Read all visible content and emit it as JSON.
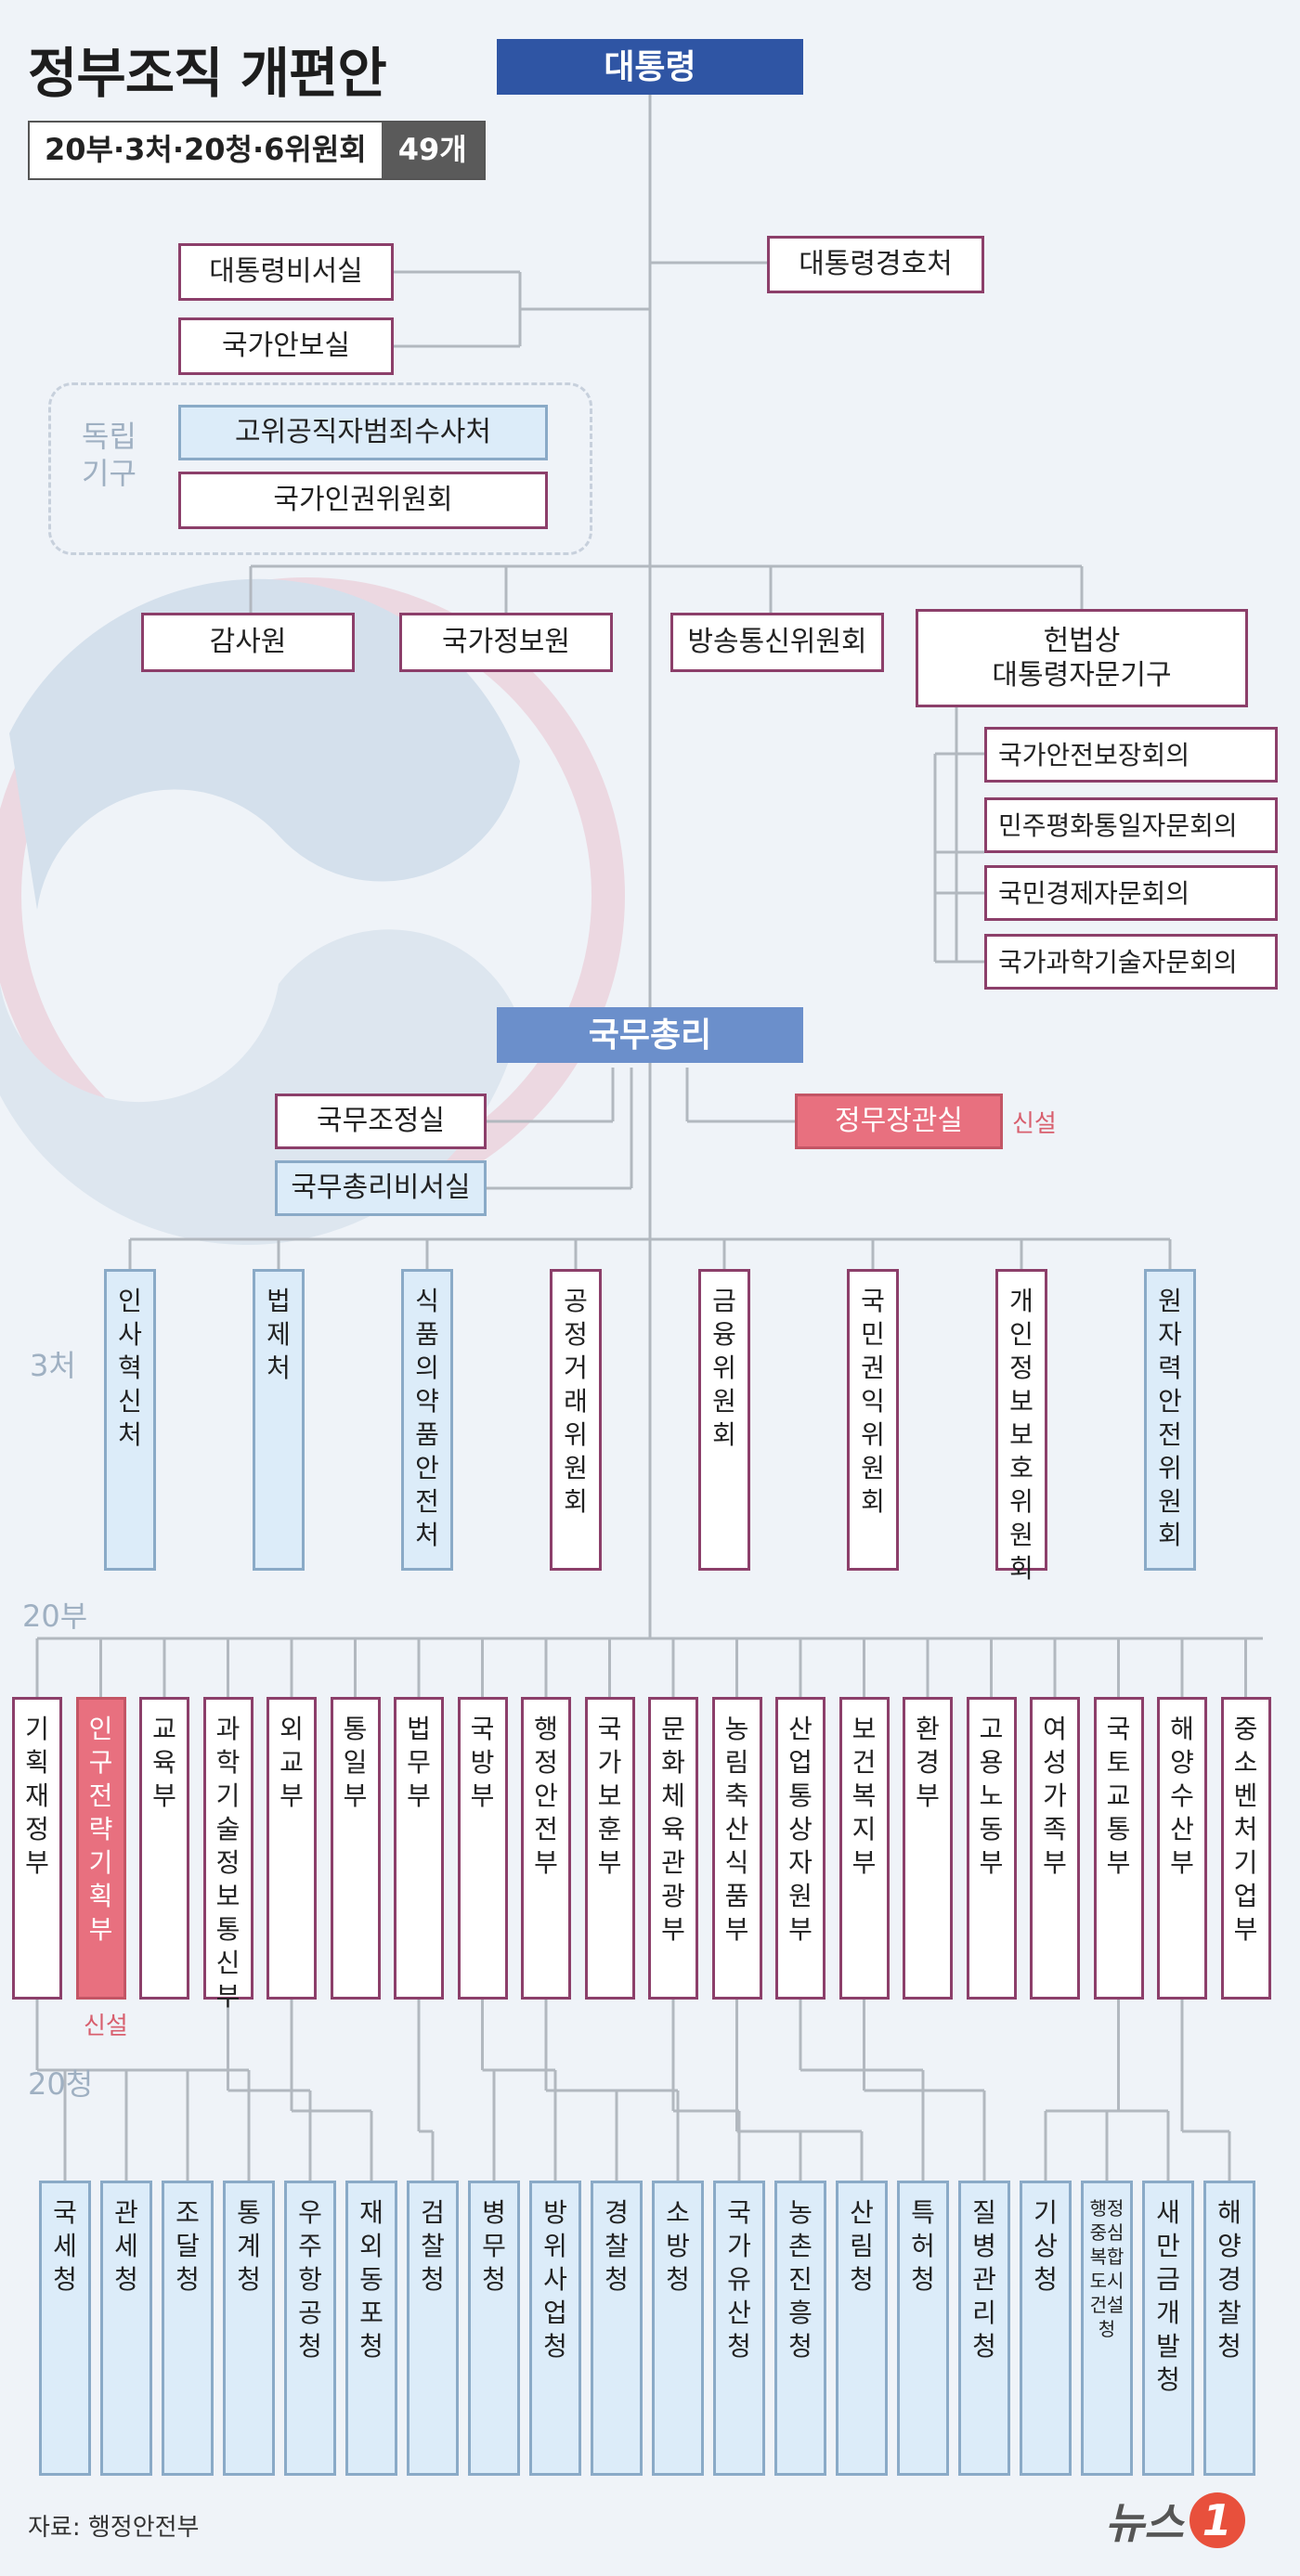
{
  "title": "정부조직 개편안",
  "summary": {
    "main": "20부·3처·20청·6위원회",
    "count": "49개"
  },
  "president": "대통령",
  "presidential_staff": [
    "대통령비서실",
    "국가안보실"
  ],
  "security_service": "대통령경호처",
  "independent": {
    "label": "독립\n기구",
    "items": [
      "고위공직자범죄수사처",
      "국가인권위원회"
    ]
  },
  "agencies": [
    "감사원",
    "국가정보원",
    "방송통신위원회",
    "헌법상\n대통령자문기구"
  ],
  "advisory": [
    "국가안전보장회의",
    "민주평화통일자문회의",
    "국민경제자문회의",
    "국가과학기술자문회의"
  ],
  "prime_minister": "국무총리",
  "pm_offices": {
    "coordination": "국무조정실",
    "secretariat": "국무총리비서실",
    "political": "정무장관실",
    "new_label": "신설"
  },
  "cheo_label": "3처",
  "cheo_items": [
    "인사혁신처",
    "법제처",
    "식품의약품안전처",
    "공정거래위원회",
    "금융위원회",
    "국민권익위원회",
    "개인정보보호위원회",
    "원자력안전위원회"
  ],
  "bu_label": "20부",
  "bu_items": [
    "기획재정부",
    "인구전략기획부",
    "교육부",
    "과학기술정보통신부",
    "외교부",
    "통일부",
    "법무부",
    "국방부",
    "행정안전부",
    "국가보훈부",
    "문화체육관광부",
    "농림축산식품부",
    "산업통상자원부",
    "보건복지부",
    "환경부",
    "고용노동부",
    "여성가족부",
    "국토교통부",
    "해양수산부",
    "중소벤처기업부"
  ],
  "bu_new_label": "신설",
  "cheong_label": "20청",
  "cheong_items": [
    "국세청",
    "관세청",
    "조달청",
    "통계청",
    "우주항공청",
    "재외동포청",
    "검찰청",
    "병무청",
    "방위사업청",
    "경찰청",
    "소방청",
    "국가유산청",
    "농촌진흥청",
    "산림청",
    "특허청",
    "질병관리청",
    "기상청",
    "행정중심복합도시건설청",
    "새만금개발청",
    "해양경찰청"
  ],
  "source": "자료: 행정안전부",
  "logo": {
    "text": "뉴스",
    "num": "1"
  },
  "colors": {
    "header_dark": "#2f55a4",
    "header_light": "#6b8fcb",
    "border": "#8c3f6a",
    "new": "#e8707f",
    "blue_fill": "#dcecf9"
  }
}
